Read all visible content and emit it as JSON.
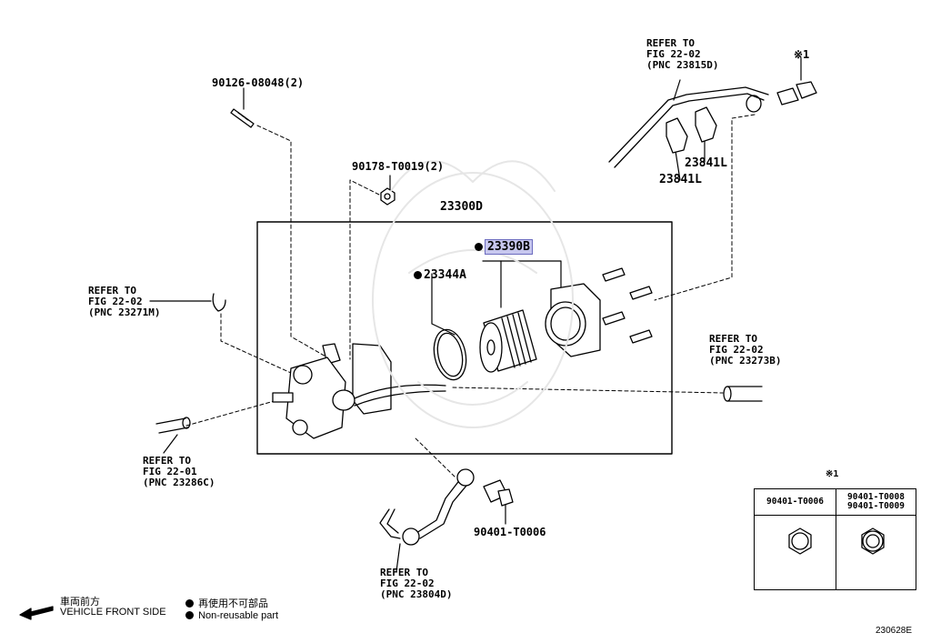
{
  "diagram": {
    "assembly_label": "23300D",
    "highlight_part": "23390B",
    "parts": {
      "stud_bolt": "90126-08048(2)",
      "nut": "90178-T0019(2)",
      "o_ring": "23344A",
      "union_bolt": "90401-T0006",
      "clamp_upper": "23841L",
      "clamp_lower": "23841L",
      "note_mark": "※1"
    },
    "refs": {
      "top_right": {
        "line1": "REFER TO",
        "line2": "FIG 22-02",
        "line3": "(PNC 23815D)"
      },
      "left_upper": {
        "line1": "REFER TO",
        "line2": "FIG 22-02",
        "line3": "(PNC 23271M)"
      },
      "right_mid": {
        "line1": "REFER TO",
        "line2": "FIG 22-02",
        "line3": "(PNC 23273B)"
      },
      "left_lower": {
        "line1": "REFER TO",
        "line2": "FIG 22-01",
        "line3": "(PNC 23286C)"
      },
      "bottom": {
        "line1": "REFER TO",
        "line2": "FIG 22-02",
        "line3": "(PNC 23804D)"
      }
    }
  },
  "note_table": {
    "mark": "※1",
    "col1": "90401-T0006",
    "col2_line1": "90401-T0008",
    "col2_line2": "90401-T0009"
  },
  "legend": {
    "front_jp": "車両前方",
    "front_en": "VEHICLE FRONT SIDE",
    "nonreusable_jp": "再使用不可部品",
    "nonreusable_en": "Non-reusable part"
  },
  "figure_code": "230628E"
}
